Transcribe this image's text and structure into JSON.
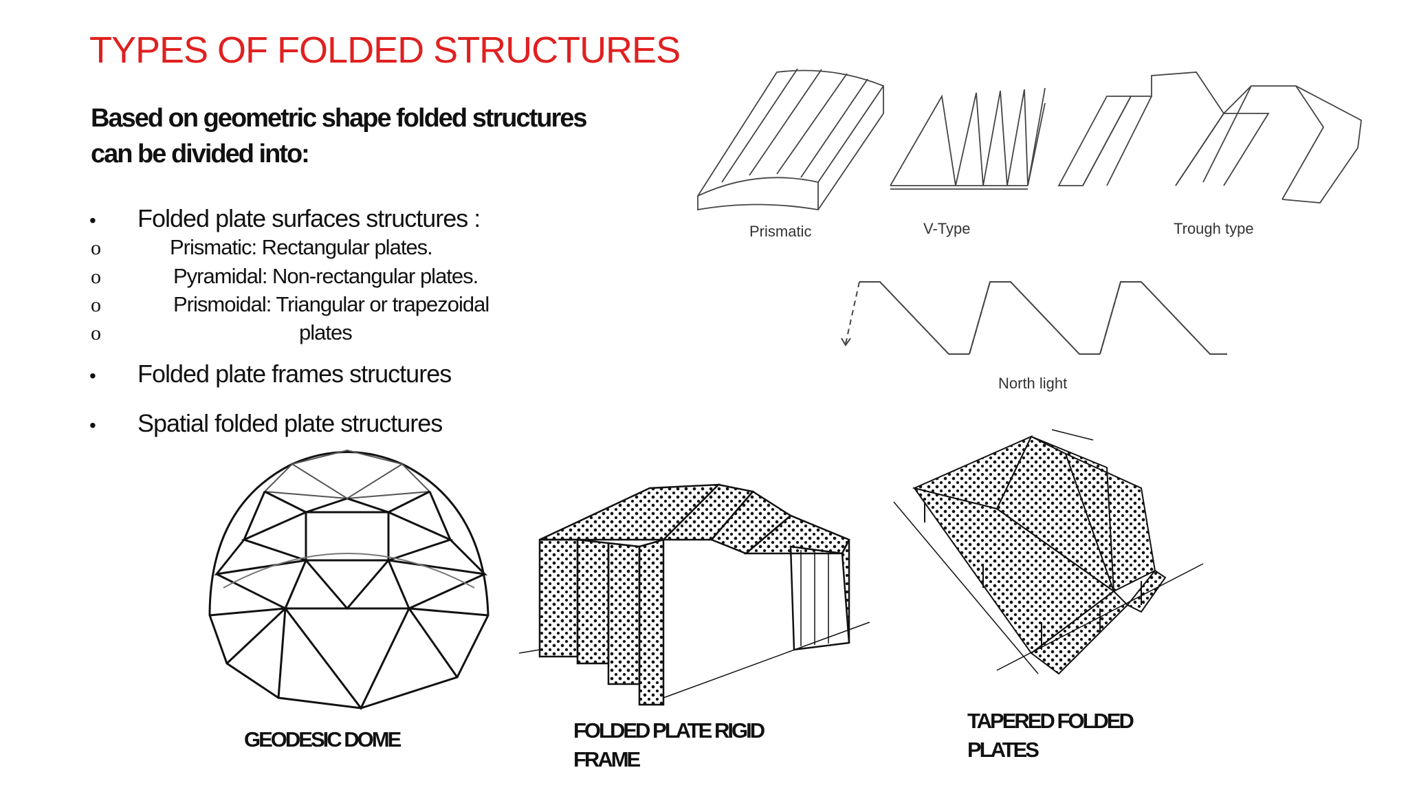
{
  "slide": {
    "title": "TYPES OF FOLDED STRUCTURES",
    "intro_line1": "Based on geometric shape folded  structures",
    "intro_line2": "can be divided  into:",
    "bullets": [
      {
        "mark": "•",
        "text": "Folded plate surfaces structures :"
      },
      {
        "mark": "•",
        "text": "Folded plate frames structures"
      },
      {
        "mark": "•",
        "text": "Spatial folded plate structures"
      }
    ],
    "subitems": [
      {
        "mark": "o",
        "text": "Prismatic: Rectangular plates."
      },
      {
        "mark": "o",
        "text": "Pyramidal: Non-rectangular plates."
      },
      {
        "mark": "o",
        "text": "Prismoidal: Triangular or trapezoidal"
      },
      {
        "mark": "o",
        "text": "plates"
      }
    ]
  },
  "diagram_labels": {
    "prismatic": "Prismatic",
    "vtype": "V-Type",
    "trough": "Trough type",
    "north_light": "North light"
  },
  "captions": {
    "geodesic": "GEODESIC DOME",
    "rigid_frame_line1": "FOLDED PLATE  RIGID",
    "rigid_frame_line2": "FRAME",
    "tapered_line1": "TAPERED FOLDED",
    "tapered_line2": "PLATES"
  }
}
